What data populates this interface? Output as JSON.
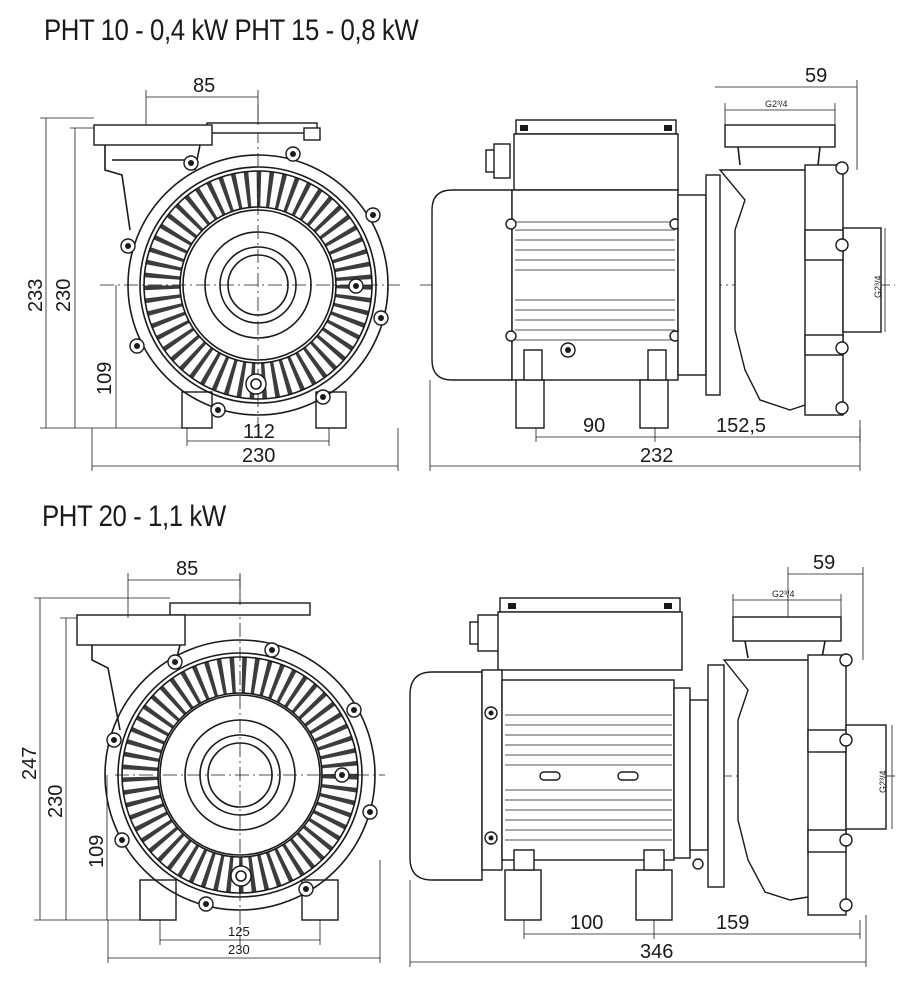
{
  "titles": {
    "top": "PHT 10 - 0,4 kW   PHT 15 - 0,8 kW",
    "bottom": "PHT 20 - 1,1 kW"
  },
  "top": {
    "front": {
      "d85": "85",
      "d233": "233",
      "d230v": "230",
      "d109": "109",
      "d112": "112",
      "d230h": "230"
    },
    "side": {
      "d59": "59",
      "g_top": "G2³/4",
      "g_side": "G2³/4",
      "d90": "90",
      "d1525": "152,5",
      "d232": "232"
    }
  },
  "bottom": {
    "front": {
      "d85": "85",
      "d247": "247",
      "d230v": "230",
      "d109": "109",
      "d125": "125",
      "d230h": "230"
    },
    "side": {
      "d59": "59",
      "g_top": "G2³/4",
      "g_side": "G2³/4",
      "d100": "100",
      "d159": "159",
      "d346": "346"
    }
  }
}
